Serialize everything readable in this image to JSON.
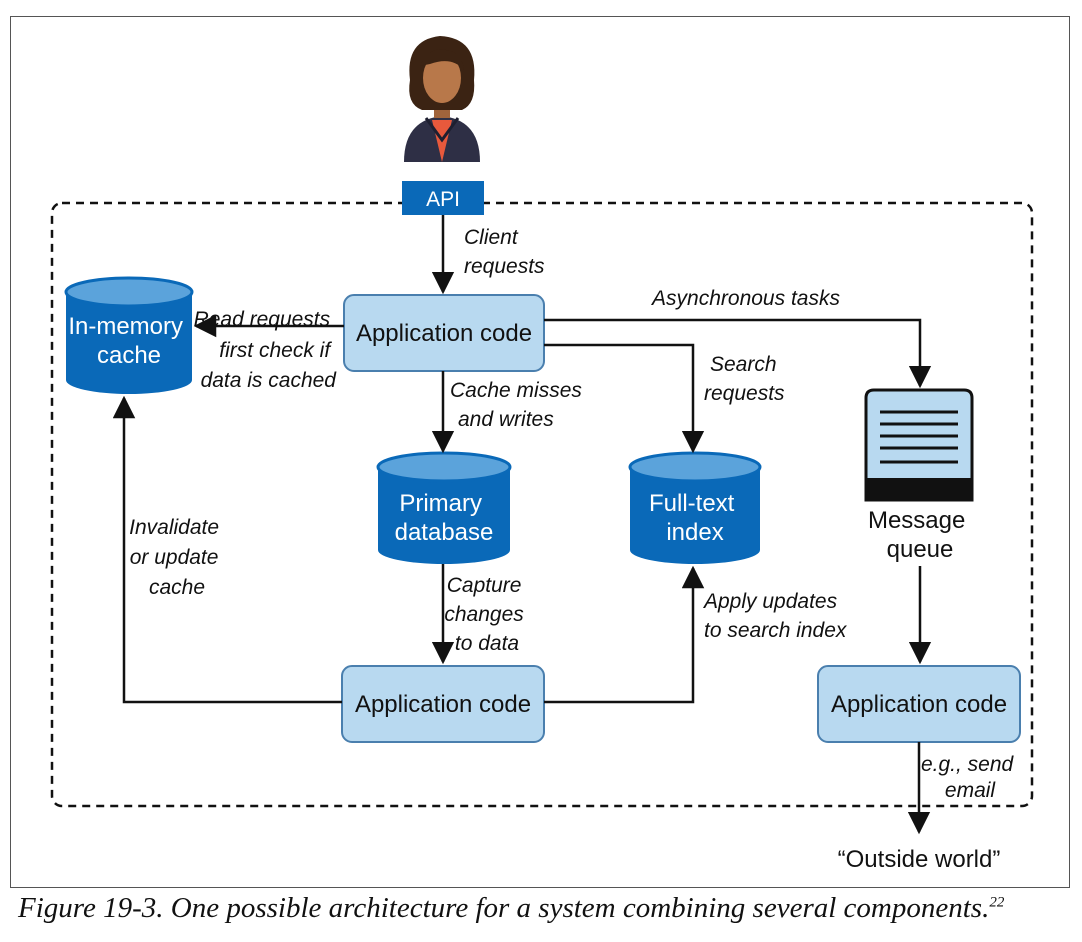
{
  "colors": {
    "app_box_fill": "#b8d9f0",
    "app_box_stroke": "#4a7fae",
    "cylinder_fill": "#0a69b8",
    "cylinder_top": "#5ba3db",
    "api_fill": "#0a69b8",
    "line": "#111111"
  },
  "nodes": {
    "api": "API",
    "app_main": "Application code",
    "app_cdc": "Application code",
    "app_queue": "Application code",
    "cache": [
      "In-memory",
      "cache"
    ],
    "primary_db": [
      "Primary",
      "database"
    ],
    "fulltext": [
      "Full-text",
      "index"
    ],
    "message_queue": [
      "Message",
      "queue"
    ],
    "outside": "“Outside world”"
  },
  "edges": {
    "client_requests": [
      "Client",
      "requests"
    ],
    "read_requests": [
      "Read requests",
      "first check if",
      "data is cached"
    ],
    "async_tasks": [
      "Asynchronous tasks"
    ],
    "search_requests": [
      "Search",
      "requests"
    ],
    "cache_misses": [
      "Cache misses",
      "and writes"
    ],
    "invalidate": [
      "Invalidate",
      "or update",
      "cache"
    ],
    "capture_changes": [
      "Capture",
      "changes",
      "to data"
    ],
    "apply_updates": [
      "Apply updates",
      "to search index"
    ],
    "send_email": [
      "e.g., send",
      "email"
    ]
  },
  "icons": [
    "user-avatar-icon",
    "document-queue-icon"
  ],
  "caption": {
    "text": "Figure 19-3. One possible architecture for a system combining several components.",
    "footnote": "22"
  }
}
